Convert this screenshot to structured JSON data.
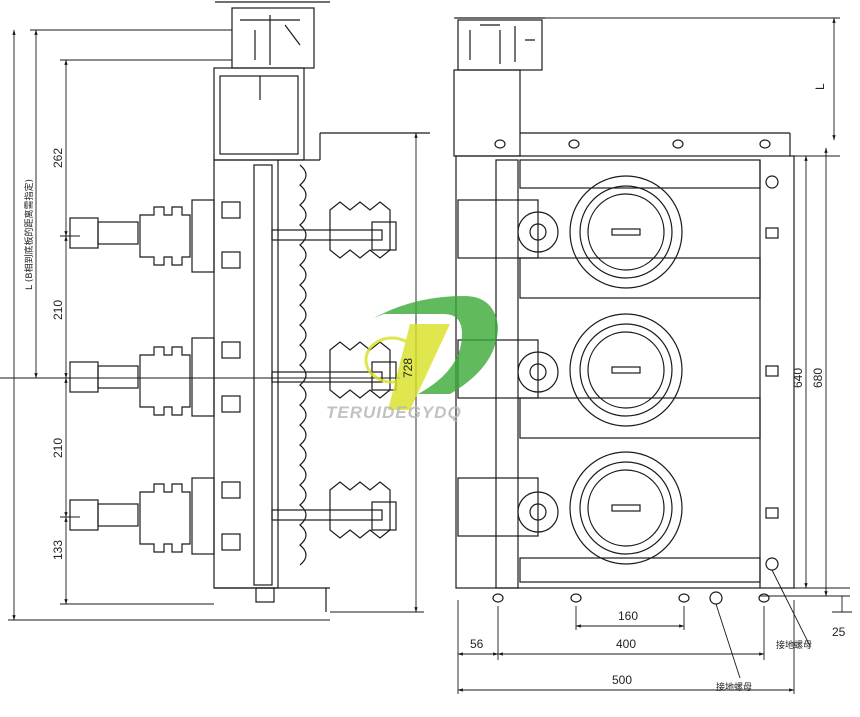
{
  "left_view": {
    "dim_L_note": "L (B相到底板的距离需指定)",
    "dim_262": "262",
    "dim_210_top": "210",
    "dim_210_bottom": "210",
    "dim_133": "133",
    "dim_728": "728"
  },
  "right_view": {
    "dim_L": "L",
    "dim_640": "640",
    "dim_680": "680",
    "dim_25": "25",
    "dim_160": "160",
    "dim_56": "56",
    "dim_400": "400",
    "dim_500": "500",
    "ground_nut_label_1": "接地螺母",
    "ground_nut_label_2": "接地螺母"
  },
  "watermark": {
    "text": "TERUIDEGYDQ",
    "logo_colors": [
      "#3aaa35",
      "#d9e021"
    ]
  },
  "colors": {
    "line": "#1a1a1a",
    "background": "#ffffff"
  }
}
